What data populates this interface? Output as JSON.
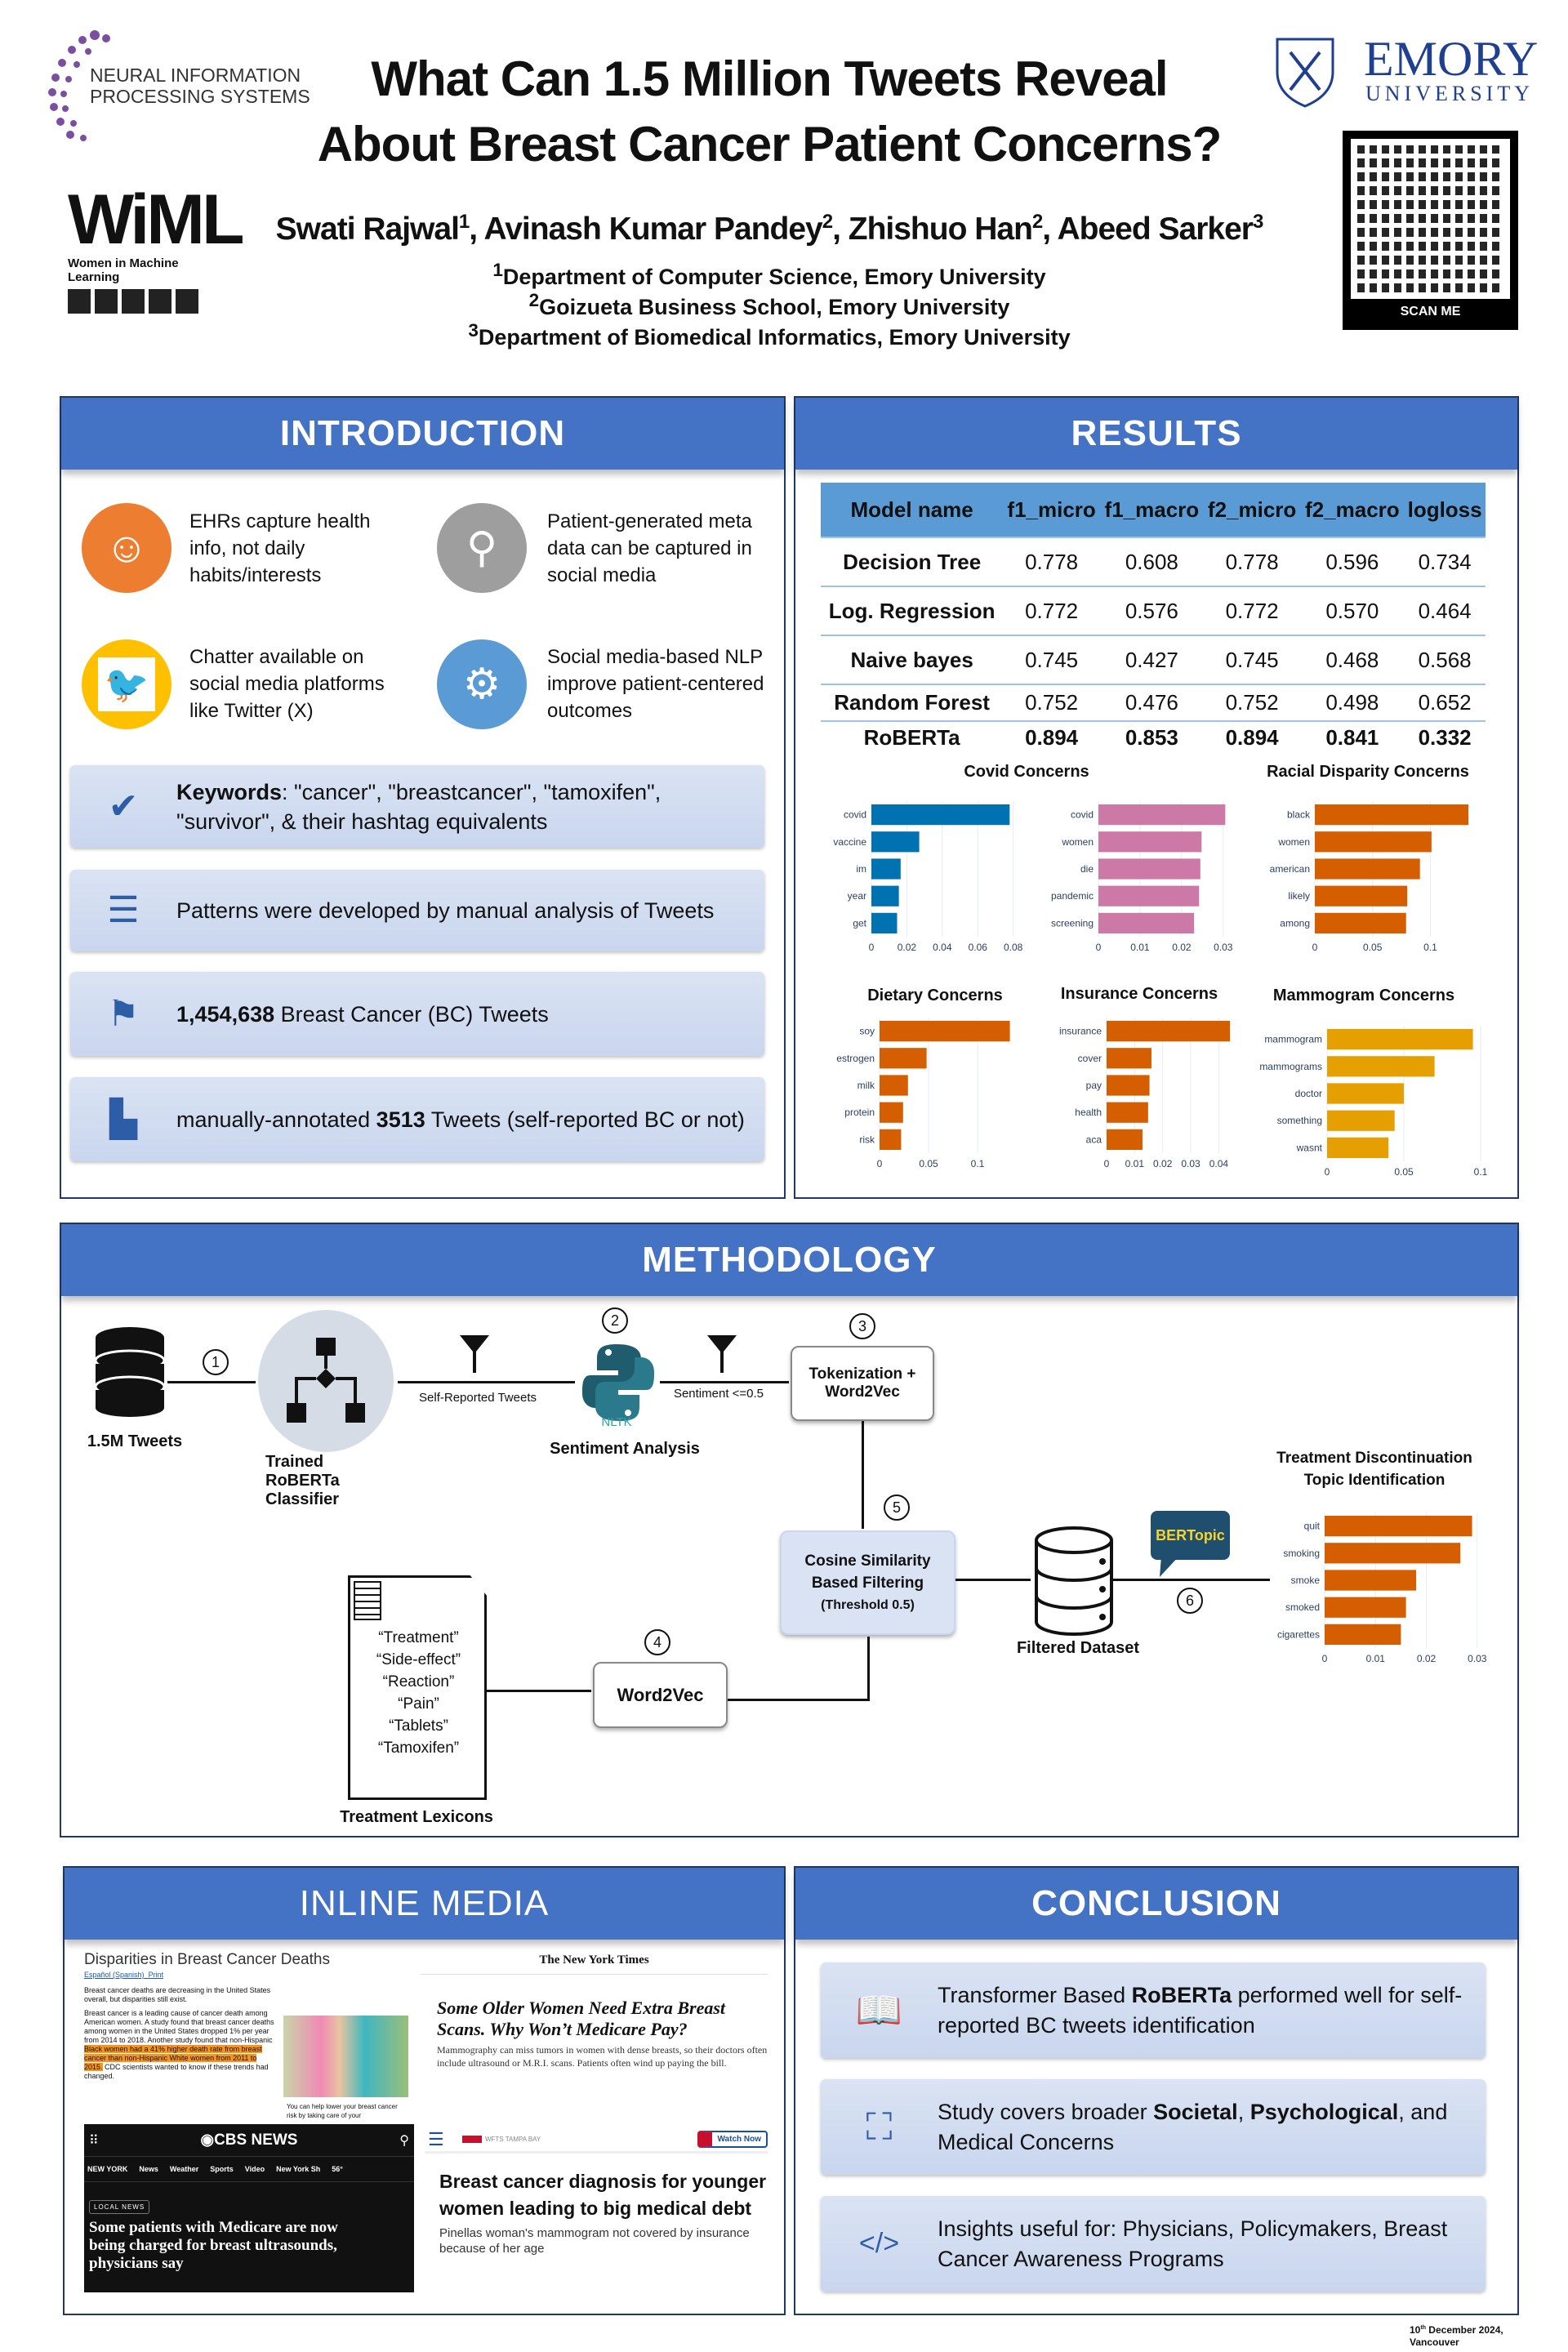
{
  "header": {
    "neurips_logo": "NEURAL INFORMATION PROCESSING SYSTEMS",
    "wiml_logo": "WiML",
    "wiml_sub": "Women in Machine Learning",
    "title_line1": "What Can 1.5 Million Tweets Reveal",
    "title_line2": "About Breast Cancer Patient Concerns?",
    "authors": [
      {
        "name": "Swati Rajwal",
        "sup": "1"
      },
      {
        "name": "Avinash Kumar Pandey",
        "sup": "2"
      },
      {
        "name": "Zhishuo Han",
        "sup": "2"
      },
      {
        "name": "Abeed Sarker",
        "sup": "3"
      }
    ],
    "affiliations": [
      {
        "sup": "1",
        "text": "Department of Computer Science, Emory University"
      },
      {
        "sup": "2",
        "text": "Goizueta Business School, Emory University"
      },
      {
        "sup": "3",
        "text": "Department of Biomedical Informatics, Emory University"
      }
    ],
    "emory_logo": "EMORY",
    "emory_sub": "UNIVERSITY",
    "qr_label": "SCAN ME"
  },
  "introduction": {
    "heading": "INTRODUCTION",
    "points": [
      {
        "icon": "head-icon",
        "text": "EHRs capture health info, not daily habits/interests",
        "color": "#ed7d31"
      },
      {
        "icon": "people-search-icon",
        "text": "Patient-generated meta data can be captured in social media",
        "color": "#9e9e9e"
      },
      {
        "icon": "twitter-icon",
        "text": "Chatter available on social media platforms like Twitter (X)",
        "color": "#ffc000"
      },
      {
        "icon": "brain-gear-icon",
        "text": "Social media-based NLP improve patient-centered outcomes",
        "color": "#5b9bd5"
      }
    ],
    "boxes": [
      {
        "bold": "Keywords",
        "text": ": \"cancer\", \"breastcancer\", \"tamoxifen\", \"survivor\", & their hashtag equivalents"
      },
      {
        "bold": "",
        "text": "Patterns were developed by manual analysis of Tweets"
      },
      {
        "bold": "1,454,638",
        "text": " Breast Cancer (BC) Tweets"
      },
      {
        "pre": "manually-annotated ",
        "bold": "3513",
        "text": " Tweets (self-reported BC or not)"
      }
    ]
  },
  "results": {
    "heading": "RESULTS",
    "table": {
      "columns": [
        "Model name",
        "f1_micro",
        "f1_macro",
        "f2_micro",
        "f2_macro",
        "logloss"
      ],
      "rows": [
        [
          "Decision Tree",
          "0.778",
          "0.608",
          "0.778",
          "0.596",
          "0.734"
        ],
        [
          "Log. Regression",
          "0.772",
          "0.576",
          "0.772",
          "0.570",
          "0.464"
        ],
        [
          "Naive bayes",
          "0.745",
          "0.427",
          "0.745",
          "0.468",
          "0.568"
        ],
        [
          "Random Forest",
          "0.752",
          "0.476",
          "0.752",
          "0.498",
          "0.652"
        ],
        [
          "RoBERTa",
          "0.894",
          "0.853",
          "0.894",
          "0.841",
          "0.332"
        ]
      ]
    },
    "covid_title": "Covid Concerns"
  },
  "chart_data": [
    {
      "type": "bar",
      "orientation": "horizontal",
      "title": "",
      "categories": [
        "covid",
        "vaccine",
        "im",
        "year",
        "get"
      ],
      "values": [
        0.078,
        0.027,
        0.0165,
        0.0155,
        0.0145
      ],
      "xticks": [
        "0",
        "0.02",
        "0.04",
        "0.06",
        "0.08"
      ],
      "xlim": [
        0,
        0.082
      ],
      "color": "#0072b2"
    },
    {
      "type": "bar",
      "orientation": "horizontal",
      "title": "",
      "categories": [
        "covid",
        "women",
        "die",
        "pandemic",
        "screening"
      ],
      "values": [
        0.0305,
        0.0248,
        0.0245,
        0.0242,
        0.023
      ],
      "xticks": [
        "0",
        "0.01",
        "0.02",
        "0.03"
      ],
      "xlim": [
        0,
        0.032
      ],
      "color": "#cc79a7"
    },
    {
      "type": "bar",
      "orientation": "horizontal",
      "title": "Racial Disparity Concerns",
      "categories": [
        "black",
        "women",
        "american",
        "likely",
        "among"
      ],
      "values": [
        0.133,
        0.101,
        0.091,
        0.08,
        0.079
      ],
      "xticks": [
        "0",
        "0.05",
        "0.1"
      ],
      "xlim": [
        0,
        0.14
      ],
      "color": "#d55e00"
    },
    {
      "type": "bar",
      "orientation": "horizontal",
      "title": "Dietary Concerns",
      "categories": [
        "soy",
        "estrogen",
        "milk",
        "protein",
        "risk"
      ],
      "values": [
        0.133,
        0.048,
        0.029,
        0.024,
        0.022
      ],
      "xticks": [
        "0",
        "0.05",
        "0.1"
      ],
      "xlim": [
        0,
        0.14
      ],
      "color": "#d55e00"
    },
    {
      "type": "bar",
      "orientation": "horizontal",
      "title": "Insurance Concerns",
      "categories": [
        "insurance",
        "cover",
        "pay",
        "health",
        "aca"
      ],
      "values": [
        0.044,
        0.016,
        0.0153,
        0.0148,
        0.0128
      ],
      "xticks": [
        "0",
        "0.01",
        "0.02",
        "0.03",
        "0.04"
      ],
      "xlim": [
        0,
        0.046
      ],
      "color": "#d55e00"
    },
    {
      "type": "bar",
      "orientation": "horizontal",
      "title": "Mammogram Concerns",
      "categories": [
        "mammogram",
        "mammograms",
        "doctor",
        "something",
        "wasnt"
      ],
      "values": [
        0.095,
        0.07,
        0.05,
        0.044,
        0.04
      ],
      "xticks": [
        "0",
        "0.05",
        "0.1"
      ],
      "xlim": [
        0,
        0.1
      ],
      "color": "#e69f00"
    },
    {
      "type": "bar",
      "orientation": "horizontal",
      "title": "Treatment Discontinuation Topic Identification",
      "categories": [
        "quit",
        "smoking",
        "smoke",
        "smoked",
        "cigarettes"
      ],
      "values": [
        0.029,
        0.0267,
        0.018,
        0.016,
        0.015
      ],
      "xticks": [
        "0",
        "0.01",
        "0.02",
        "0.03"
      ],
      "xlim": [
        0,
        0.031
      ],
      "color": "#d55e00"
    }
  ],
  "methodology": {
    "heading": "METHODOLOGY",
    "tweets_label": "1.5M Tweets",
    "classifier_label": "Trained RoBERTa Classifier",
    "self_reported": "Self-Reported Tweets",
    "nltk": "NLTK",
    "sentiment_label": "Sentiment Analysis",
    "sentiment_filter": "Sentiment <=0.5",
    "tokenization": "Tokenization + Word2Vec",
    "cosine": "Cosine Similarity Based Filtering",
    "threshold": "(Threshold 0.5)",
    "filtered": "Filtered Dataset",
    "bertopic": "BERTopic",
    "lexicons": [
      "“Treatment”",
      "“Side-effect”",
      "“Reaction”",
      "“Pain”",
      "“Tablets”",
      "“Tamoxifen”"
    ],
    "lexicons_label": "Treatment Lexicons",
    "word2vec": "Word2Vec",
    "steps": [
      "1",
      "2",
      "3",
      "4",
      "5",
      "6"
    ]
  },
  "inline_media": {
    "heading": "INLINE MEDIA",
    "cdc": {
      "title": "Disparities in Breast Cancer Deaths",
      "links": [
        "Español (Spanish)",
        "Print"
      ],
      "lead": "Breast cancer deaths are decreasing in the United States overall, but disparities still exist.",
      "body": "Breast cancer is a leading cause of cancer death among American women. A study found that breast cancer deaths among women in the United States dropped 1% per year from 2014 to 2018. Another study found that non-Hispanic",
      "highlight": "Black women had a 41% higher death rate from breast cancer than non-Hispanic White women from 2011 to 2015.",
      "tail": " CDC scientists wanted to know if these trends had changed.",
      "caption": "You can help lower your breast cancer risk by taking care of your"
    },
    "nyt": {
      "masthead": "The New York Times",
      "headline": "Some Older Women Need Extra Breast Scans. Why Won’t Medicare Pay?",
      "summary": "Mammography can miss tumors in women with dense breasts, so their doctors often include ultrasound or M.R.I. scans. Patients often wind up paying the bill."
    },
    "cbs": {
      "brand": "CBS NEWS",
      "nav": [
        "NEW YORK",
        "News",
        "Weather",
        "Sports",
        "Video",
        "New York Sh",
        "56°"
      ],
      "tag": "LOCAL NEWS",
      "headline": "Some patients with Medicare are now being charged for breast ultrasounds, physicians say"
    },
    "wfts": {
      "station": "WFTS TAMPA BAY",
      "watch": "Watch Now",
      "headline": "Breast cancer diagnosis for younger women leading to big medical debt",
      "summary": "Pinellas woman's mammogram not covered by insurance because of her age"
    }
  },
  "conclusion": {
    "heading": "CONCLUSION",
    "items": [
      {
        "pre": "Transformer Based ",
        "b1": "RoBERTa",
        "mid": " performed well for self-reported BC tweets identification",
        "b2": "",
        "post": ""
      },
      {
        "pre": "Study covers broader ",
        "b1": "Societal",
        "mid": ", ",
        "b2": "Psychological",
        "post": ", and Medical Concerns"
      },
      {
        "pre": "Insights useful for: Physicians, Policymakers, Breast Cancer Awareness Programs",
        "b1": "",
        "mid": "",
        "b2": "",
        "post": ""
      }
    ]
  },
  "footer": {
    "date_day": "10",
    "date_sup": "th",
    "date_rest": " December 2024,",
    "place": "Vancouver"
  }
}
